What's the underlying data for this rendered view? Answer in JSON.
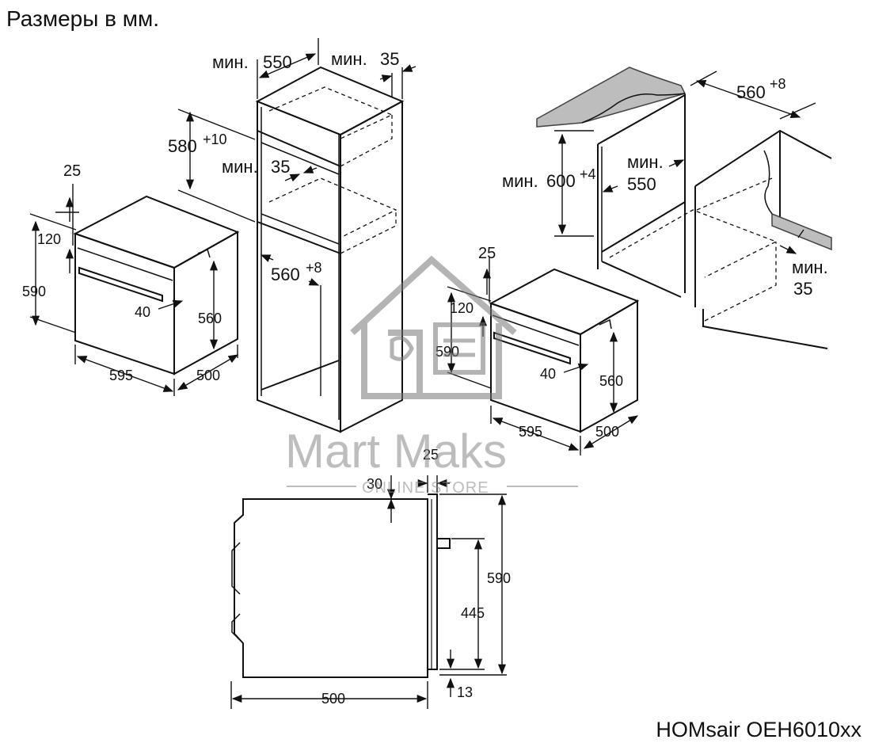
{
  "header": {
    "title": "Размеры в мм."
  },
  "footer": {
    "model": "HOMsair OEH6010xx"
  },
  "watermark": {
    "brand": "Mart Maks",
    "tagline": "ONLINE STORE",
    "color": "#8a8a8a"
  },
  "colors": {
    "line": "#111111",
    "dashed": "#111111",
    "countertop": "#bdbdbd"
  },
  "oven_left": {
    "d_25": "25",
    "d_120": "120",
    "d_590": "590",
    "d_40": "40",
    "d_560": "560",
    "d_595": "595",
    "d_500": "500"
  },
  "tall_cabinet": {
    "min": "мин.",
    "d_550": "550",
    "d_35_top": "35",
    "d_580": "580",
    "sup_580": "+10",
    "d_35_mid": "35",
    "d_560": "560",
    "sup_560": "+8"
  },
  "oven_right": {
    "d_25": "25",
    "d_120": "120",
    "d_590": "590",
    "d_40": "40",
    "d_560": "560",
    "d_595": "595",
    "d_500": "500"
  },
  "undercounter": {
    "min": "мин.",
    "d_560": "560",
    "sup_560": "+8",
    "d_600": "600",
    "sup_600": "+4",
    "d_550": "550",
    "d_35": "35"
  },
  "side_view": {
    "d_25": "25",
    "d_30": "30",
    "d_590": "590",
    "d_445": "445",
    "d_13": "13",
    "d_500": "500"
  }
}
